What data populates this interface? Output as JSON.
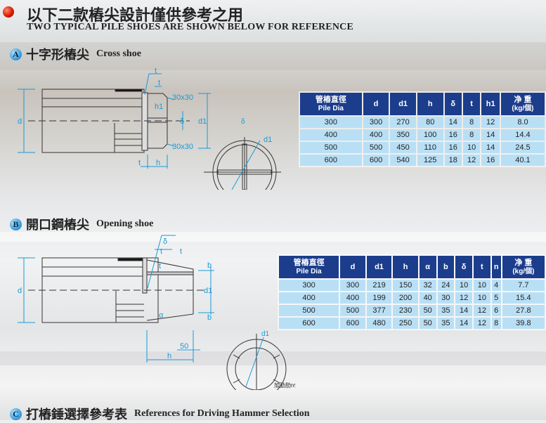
{
  "header": {
    "title": "以下二款樁尖設計僅供參考之用",
    "subtitle": "TWO TYPICAL PILE SHOES ARE SHOWN BELOW FOR REFERENCE"
  },
  "section_a": {
    "badge": "A",
    "title_zh": "十字形樁尖",
    "title_en": "Cross shoe",
    "drawing": {
      "d": "d",
      "d1": "d1",
      "t": "t",
      "h": "h",
      "h1": "h1",
      "chamfer": "30x30",
      "delta": "δ"
    },
    "table": {
      "headers": [
        "管樁直徑",
        "Pile Dia",
        "d",
        "d1",
        "h",
        "δ",
        "t",
        "h1",
        "净 重",
        "(kg/個)"
      ],
      "rows": [
        [
          "300",
          "300",
          "270",
          "80",
          "14",
          "8",
          "12",
          "8.0"
        ],
        [
          "400",
          "400",
          "350",
          "100",
          "16",
          "8",
          "14",
          "14.4"
        ],
        [
          "500",
          "500",
          "450",
          "110",
          "16",
          "10",
          "14",
          "24.5"
        ],
        [
          "600",
          "600",
          "540",
          "125",
          "18",
          "12",
          "16",
          "40.1"
        ]
      ]
    }
  },
  "section_b": {
    "badge": "B",
    "title_zh": "開口鋼樁尖",
    "title_en": "Opening shoe",
    "drawing": {
      "d": "d",
      "d1": "d1",
      "t": "t",
      "h": "h",
      "b": "b",
      "alpha": "α",
      "delta": "δ",
      "fifty": "50",
      "rib_note": "加勁肋n條"
    },
    "table": {
      "headers": [
        "管樁直徑",
        "Pile Dia",
        "d",
        "d1",
        "h",
        "α",
        "b",
        "δ",
        "t",
        "n",
        "净 重",
        "(kg/個)"
      ],
      "rows": [
        [
          "300",
          "300",
          "219",
          "150",
          "32",
          "24",
          "10",
          "10",
          "4",
          "7.7"
        ],
        [
          "400",
          "400",
          "199",
          "200",
          "40",
          "30",
          "12",
          "10",
          "5",
          "15.4"
        ],
        [
          "500",
          "500",
          "377",
          "230",
          "50",
          "35",
          "14",
          "12",
          "6",
          "27.8"
        ],
        [
          "600",
          "600",
          "480",
          "250",
          "50",
          "35",
          "14",
          "12",
          "8",
          "39.8"
        ]
      ]
    }
  },
  "section_c": {
    "badge": "C",
    "title_zh": "打樁錘選擇參考表",
    "title_en": "References for Driving Hammer Selection"
  }
}
